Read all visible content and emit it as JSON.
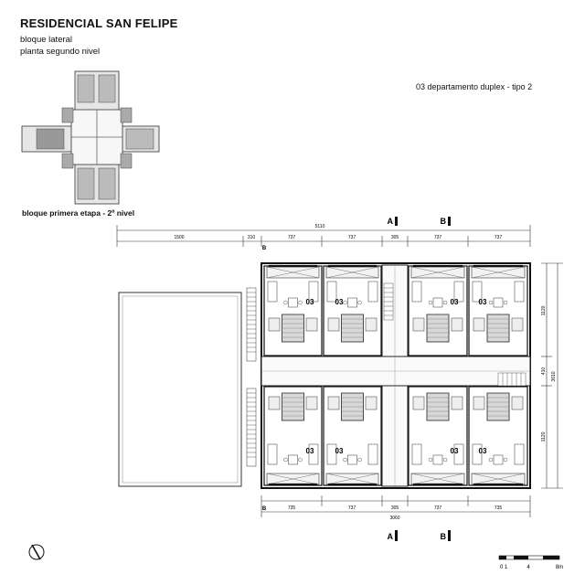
{
  "header": {
    "title": "RESIDENCIAL SAN FELIPE",
    "subtitle_1": "bloque lateral",
    "subtitle_2": "planta segundo nivel"
  },
  "unit_label": "03 departamento duplex  - tipo 2",
  "key_plan": {
    "label": "bloque primera etapa - 2º nivel"
  },
  "sections": {
    "a_top": "A",
    "b_top": "B",
    "a_bottom": "A",
    "b_bottom": "B"
  },
  "dimensions": {
    "top_total": "5110",
    "top_segments": [
      "1500",
      "310",
      "737",
      "737",
      "305",
      "737",
      "737"
    ],
    "bottom_total": "3060",
    "bottom_segments": [
      "735",
      "737",
      "305",
      "737",
      "735"
    ],
    "right_total": "3610",
    "right_segments": [
      "1120",
      "410",
      "1120"
    ]
  },
  "units": [
    "03",
    "03",
    "03",
    "03",
    "03",
    "03",
    "03",
    "03"
  ],
  "grid_markers": {
    "top_left": "B",
    "bottom_left": "B"
  },
  "scale_bar": {
    "labels": [
      "0 1",
      "4",
      "8m"
    ]
  }
}
